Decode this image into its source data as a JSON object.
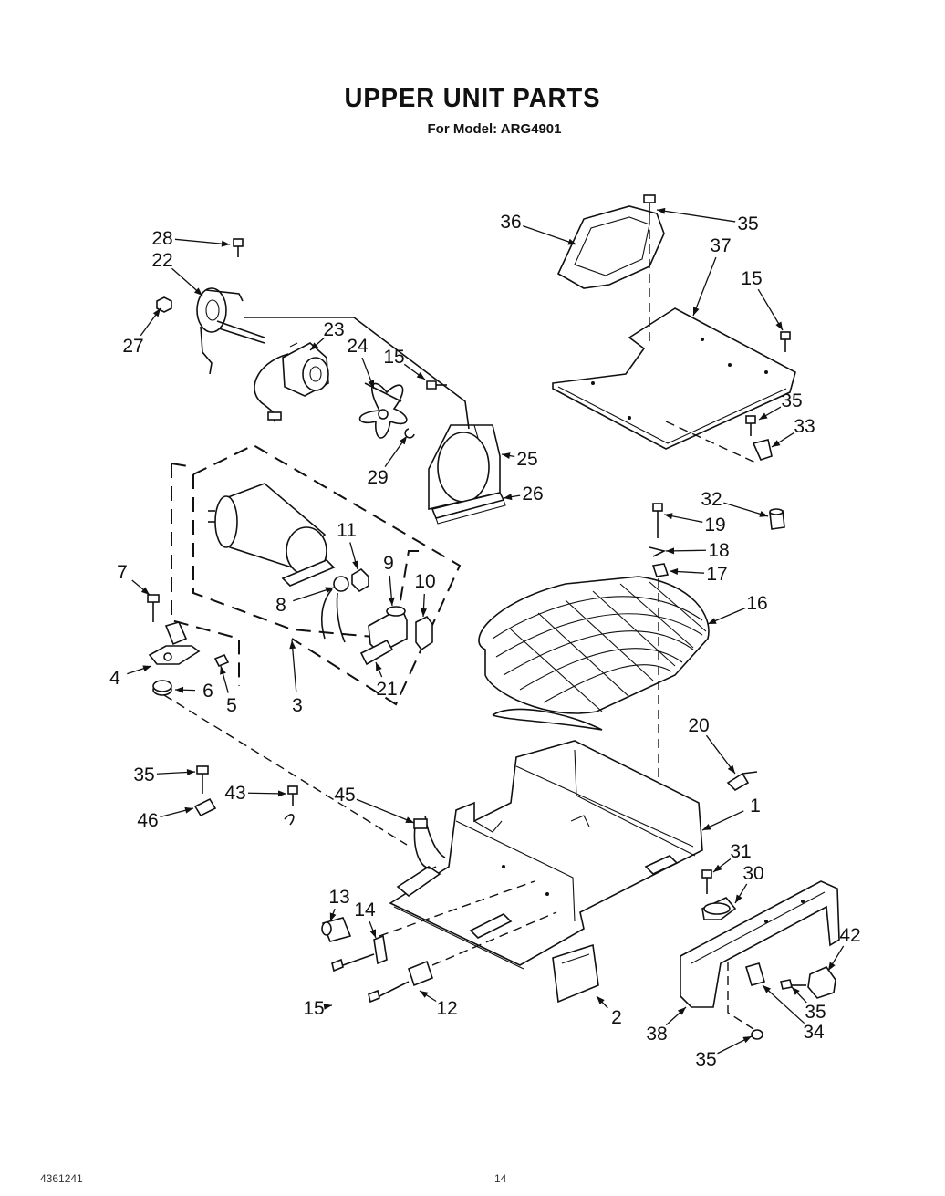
{
  "header": {
    "title": "UPPER UNIT PARTS",
    "subtitle": "For Model: ARG4901"
  },
  "footer": {
    "doc_number": "4361241",
    "page_number": "14"
  },
  "callouts": [
    "28",
    "22",
    "27",
    "23",
    "24",
    "15",
    "29",
    "25",
    "26",
    "36",
    "35",
    "37",
    "15",
    "35",
    "33",
    "11",
    "9",
    "10",
    "8",
    "7",
    "4",
    "6",
    "5",
    "3",
    "21",
    "32",
    "19",
    "18",
    "17",
    "16",
    "20",
    "1",
    "35",
    "43",
    "45",
    "46",
    "31",
    "30",
    "42",
    "13",
    "14",
    "15",
    "12",
    "2",
    "35",
    "34",
    "38",
    "35"
  ]
}
